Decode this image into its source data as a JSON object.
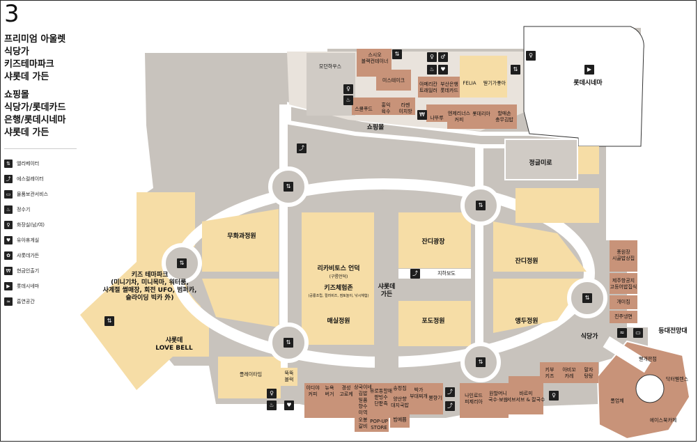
{
  "floor": "3",
  "directory": {
    "group1": [
      "프리미엄 아울렛",
      "식당가",
      "키즈테마파크",
      "샤롯데 가든"
    ],
    "group2": [
      "쇼핑몰",
      "식당가/롯데카드",
      "은행/롯데시네마",
      "샤롯데 가든"
    ]
  },
  "legend": [
    {
      "icon": "elevator-icon",
      "glyph": "⇅",
      "label": "엘리베이터"
    },
    {
      "icon": "escalator-icon",
      "glyph": "⤴",
      "label": "에스컬레이터"
    },
    {
      "icon": "storage-icon",
      "glyph": "▭",
      "label": "물품보관서비스"
    },
    {
      "icon": "water-icon",
      "glyph": "♨",
      "label": "정수기"
    },
    {
      "icon": "restroom-icon",
      "glyph": "♀",
      "label": "화장실(남/여)"
    },
    {
      "icon": "nursing-room-icon",
      "glyph": "♥",
      "label": "유아휴게실"
    },
    {
      "icon": "charlotte-garden-icon",
      "glyph": "✿",
      "label": "샤롯데가든"
    },
    {
      "icon": "atm-icon",
      "glyph": "₩",
      "label": "현금인출기"
    },
    {
      "icon": "cinema-icon",
      "glyph": "▶",
      "label": "롯데시네마"
    },
    {
      "icon": "smoking-icon",
      "glyph": "≈",
      "label": "흡연공간"
    }
  ],
  "zones": {
    "kids_park": {
      "name": "키즈 테마파크",
      "sub1": "(미니기차, 미니목마, 워터룸,",
      "sub2": "사계절 썰매장, 회전 UFO, 범퍼카,",
      "sub3": "슬라이딩 빅카 外)"
    },
    "love_bell": {
      "line1": "샤롯데",
      "line2": "LOVE BELL"
    },
    "musk_garden": "무화과정원",
    "lycabitus": {
      "name": "리카비토스 언덕",
      "sub": "(구름언덕)"
    },
    "kids_exp": {
      "name": "키즈체험존",
      "sub": "(공룡조립, 컬러비즈, 점토놀이, 낚시체험)"
    },
    "plum_garden": "매실정원",
    "charlotte_garden": {
      "line1": "샤롯데",
      "line2": "가든"
    },
    "lawn_plaza": "잔디광장",
    "underpass": "지하보도",
    "grape_garden": "포도정원",
    "lawn_garden": "잔디정원",
    "cherry_garden": "앵두정원",
    "food_court": "식당가",
    "jungle_road": "정글미로",
    "shopping_mall": "쇼핑몰",
    "lotte_cinema": "롯데시네마",
    "observatory": "등대전망대"
  },
  "stores_top": {
    "mohaus": "모던하우스",
    "kimchi1": "스시오",
    "kimchi2": "블랙컨테이너",
    "mistake": "미스테이크",
    "schoolfood": "스쿨푸드",
    "hongik1": "홍익",
    "hongik2": "육수",
    "ramen1": "라멘",
    "ramen2": "이치방",
    "american1": "아메리칸",
    "american2": "트래일러",
    "busan1": "부산은행",
    "busan2": "롯데카드",
    "felia": "FELIA",
    "strawberry": "딸기가좋아",
    "nadururu": "나뚜루",
    "angel1": "엔제리너스",
    "angel2": "커피",
    "lotteria": "롯데리아",
    "hotdog1": "할매손",
    "hotdog2": "충무김밥"
  },
  "stores_right": {
    "r1a": "풍원장",
    "r1b": "시골밥상집",
    "r2a": "제주항공지",
    "r2b": "고등어밥집식",
    "r3": "개미집",
    "r4": "진주냉면"
  },
  "stores_circle": {
    "c1": "빨개판점",
    "c2": "닥터멜렌스",
    "c3": "에이스북카페",
    "c4": "풀업체"
  },
  "stores_bottom": {
    "playtime": "플레이타임",
    "bbb1": "뚝뚝",
    "bbb2": "블럭",
    "edia1": "이디야",
    "edia2": "커피",
    "newyork1": "뉴욕",
    "newyork2": "버거",
    "ggg1": "경성",
    "ggg2": "고로케",
    "sangkuk1": "상국이네",
    "sangkuk2": "김밥",
    "ilpum1": "일품",
    "ilpum2": "향수",
    "ilpum3": "미역",
    "ooo1": "오봉",
    "ooo2": "갈비",
    "songjeong1": "유로동할매",
    "songjeong2": "팥빙수",
    "songjeong3": "단팥죽",
    "sangsang1": "송정집",
    "yangsan1": "양산향",
    "yangsan2": "대지국밥",
    "bapyeo": "밥예쁨",
    "popup1": "POP-UP",
    "popup2": "STORE",
    "bakery1": "박가",
    "bakery2": "부대찌개",
    "grill": "불향기",
    "nine1": "나인로드",
    "nine2": "피제리아",
    "won1": "원할머니",
    "won2": "국수·보쌈",
    "burger1": "바르미",
    "burger2": "서브서브 & 칼국수",
    "kid1": "키부",
    "kid2": "키즈",
    "abu1": "아비꼬",
    "abu2": "카레",
    "mal1": "말자",
    "mal2": "탕탕"
  }
}
